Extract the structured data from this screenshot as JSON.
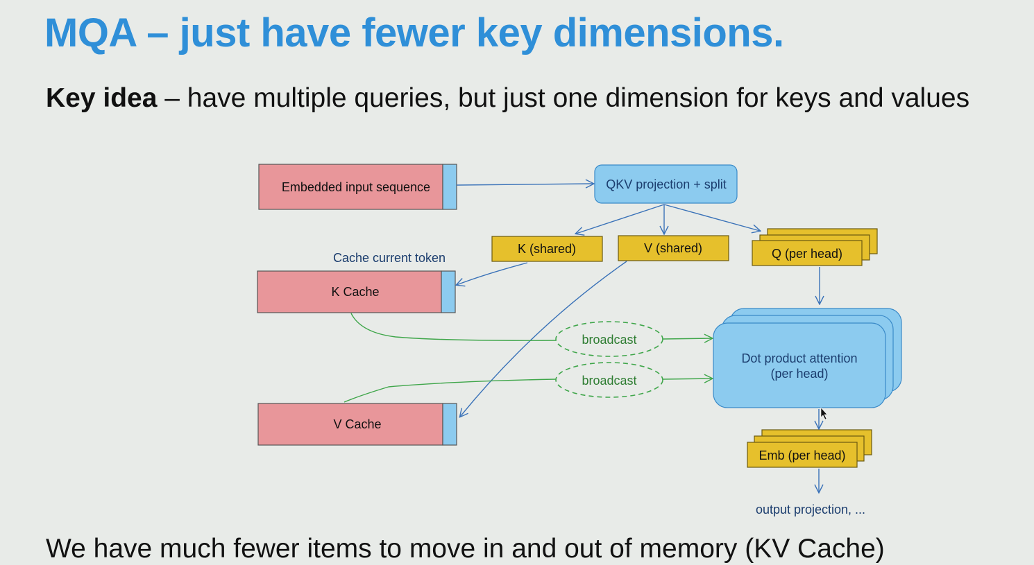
{
  "slide": {
    "title": "MQA – just have fewer key dimensions.",
    "key_idea_bold": "Key idea",
    "key_idea_rest": " – have multiple queries, but just one dimension for keys and values",
    "footer": "We have much fewer items to move in and out of memory (KV Cache)"
  },
  "diagram": {
    "embedded_input": "Embedded input sequence",
    "qkv": "QKV projection + split",
    "k_shared": "K (shared)",
    "v_shared": "V (shared)",
    "q_per_head": "Q (per head)",
    "cache_current_token": "Cache current token",
    "k_cache": "K Cache",
    "v_cache": "V Cache",
    "broadcast_k": "broadcast",
    "broadcast_v": "broadcast",
    "dot_product_line1": "Dot product attention",
    "dot_product_line2": "(per head)",
    "emb_per_head": "Emb (per head)",
    "output_projection": "output projection, ..."
  },
  "colors": {
    "title_blue": "#2f8fd8",
    "pink_box": "#e8969a",
    "blue_box": "#8ccbef",
    "yellow_box": "#e6c02c",
    "arrow_blue": "#3a72b8",
    "broadcast_green": "#3fa64a"
  }
}
